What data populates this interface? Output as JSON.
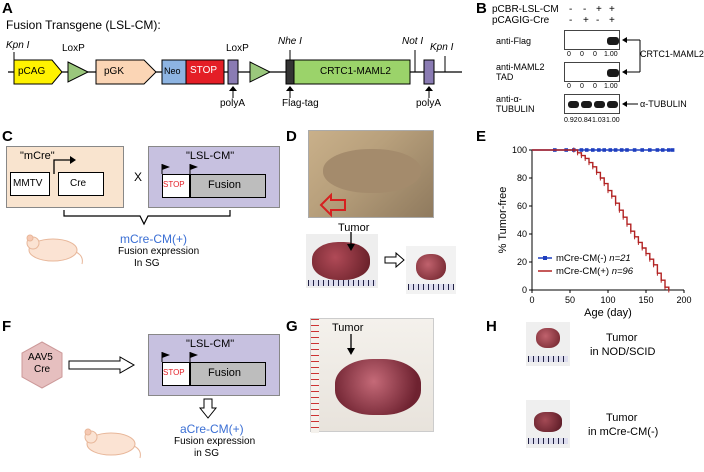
{
  "panels": {
    "A": "A",
    "B": "B",
    "C": "C",
    "D": "D",
    "E": "E",
    "F": "F",
    "G": "G",
    "H": "H"
  },
  "A": {
    "title": "Fusion Transgene (LSL-CM):",
    "kpn1": "Kpn I",
    "kpn2": "Kpn I",
    "nhe": "Nhe I",
    "not": "Not I",
    "loxp1": "LoxP",
    "loxp2": "LoxP",
    "pcag": "pCAG",
    "pgk": "pGK",
    "neo": "Neo",
    "stop": "STOP",
    "crtc": "CRTC1-MAML2",
    "polya1": "polyA",
    "polya2": "polyA",
    "flag": "Flag-tag",
    "colors": {
      "pcag": "#fff200",
      "pgk": "#fbd5b5",
      "neo": "#8db4e2",
      "stop": "#e41e26",
      "crtc": "#9bd36a",
      "loxp": "#9ac77c",
      "polya": "#8a7bb3"
    }
  },
  "B": {
    "row1_label": "pCBR-LSL-CM",
    "row2_label": "pCAGIG-Cre",
    "row1_signs": [
      "-",
      "-",
      "+",
      "+"
    ],
    "row2_signs": [
      "-",
      "+",
      "-",
      "+"
    ],
    "blots": [
      {
        "label": "anti-Flag",
        "values": [
          "0",
          "0",
          "0",
          "1.00"
        ]
      },
      {
        "label": "anti-MAML2\nTAD",
        "values": [
          "0",
          "0",
          "0",
          "1.00"
        ]
      },
      {
        "label": "anti-α-\nTUBULIN",
        "values": [
          "0.92",
          "0.84",
          "1.03",
          "1.00"
        ]
      }
    ],
    "right_label1": "CRTC1-MAML2",
    "right_label2": "α-TUBULIN"
  },
  "C": {
    "mcre": "\"mCre\"",
    "mmtv": "MMTV",
    "cre": "Cre",
    "x": "X",
    "lslcm": "\"LSL-CM\"",
    "stop": "STOP",
    "fusion": "Fusion",
    "result": "mCre-CM(+)",
    "result_line2": "Fusion expression",
    "result_line3": "In SG",
    "colors": {
      "left_bg": "#f9e4cf",
      "right_bg": "#c7c1e0",
      "result": "#3b6fd4"
    }
  },
  "D": {
    "tumor": "Tumor"
  },
  "E": {
    "chart_data": {
      "type": "line",
      "title": "",
      "xlabel": "Age (day)",
      "ylabel": "% Tumor-free",
      "xlim": [
        0,
        200
      ],
      "ylim": [
        0,
        100
      ],
      "xticks": [
        "0",
        "50",
        "100",
        "150",
        "200"
      ],
      "yticks": [
        "0",
        "20",
        "40",
        "60",
        "80",
        "100"
      ],
      "series": [
        {
          "name": "mCre-CM(-)",
          "n": "n=21",
          "color": "#1f3fbf",
          "x": [
            0,
            30,
            45,
            55,
            65,
            72,
            80,
            88,
            95,
            103,
            110,
            118,
            125,
            135,
            145,
            155,
            165,
            172,
            180,
            185
          ],
          "y": [
            100,
            100,
            100,
            100,
            100,
            100,
            100,
            100,
            100,
            100,
            100,
            100,
            100,
            100,
            100,
            100,
            100,
            100,
            100,
            100
          ]
        },
        {
          "name": "mCre-CM(+)",
          "n": "n=96",
          "color": "#b22222",
          "x": [
            0,
            55,
            60,
            65,
            70,
            75,
            80,
            85,
            90,
            95,
            100,
            105,
            110,
            115,
            120,
            125,
            130,
            135,
            140,
            145,
            150,
            155,
            160,
            165,
            170,
            175,
            180
          ],
          "y": [
            100,
            100,
            98,
            96,
            94,
            91,
            88,
            84,
            80,
            76,
            71,
            67,
            62,
            57,
            52,
            47,
            42,
            38,
            34,
            30,
            26,
            22,
            18,
            12,
            7,
            2,
            0
          ]
        }
      ]
    }
  },
  "F": {
    "aav": "AAV5",
    "aav2": "Cre",
    "lslcm": "\"LSL-CM\"",
    "stop": "STOP",
    "fusion": "Fusion",
    "result": "aCre-CM(+)",
    "result_line2": "Fusion expression",
    "result_line3": "in SG"
  },
  "G": {
    "tumor": "Tumor"
  },
  "H": {
    "t1": "Tumor",
    "t1b": "in NOD/SCID",
    "t2": "Tumor",
    "t2b": "in mCre-CM(-)"
  }
}
